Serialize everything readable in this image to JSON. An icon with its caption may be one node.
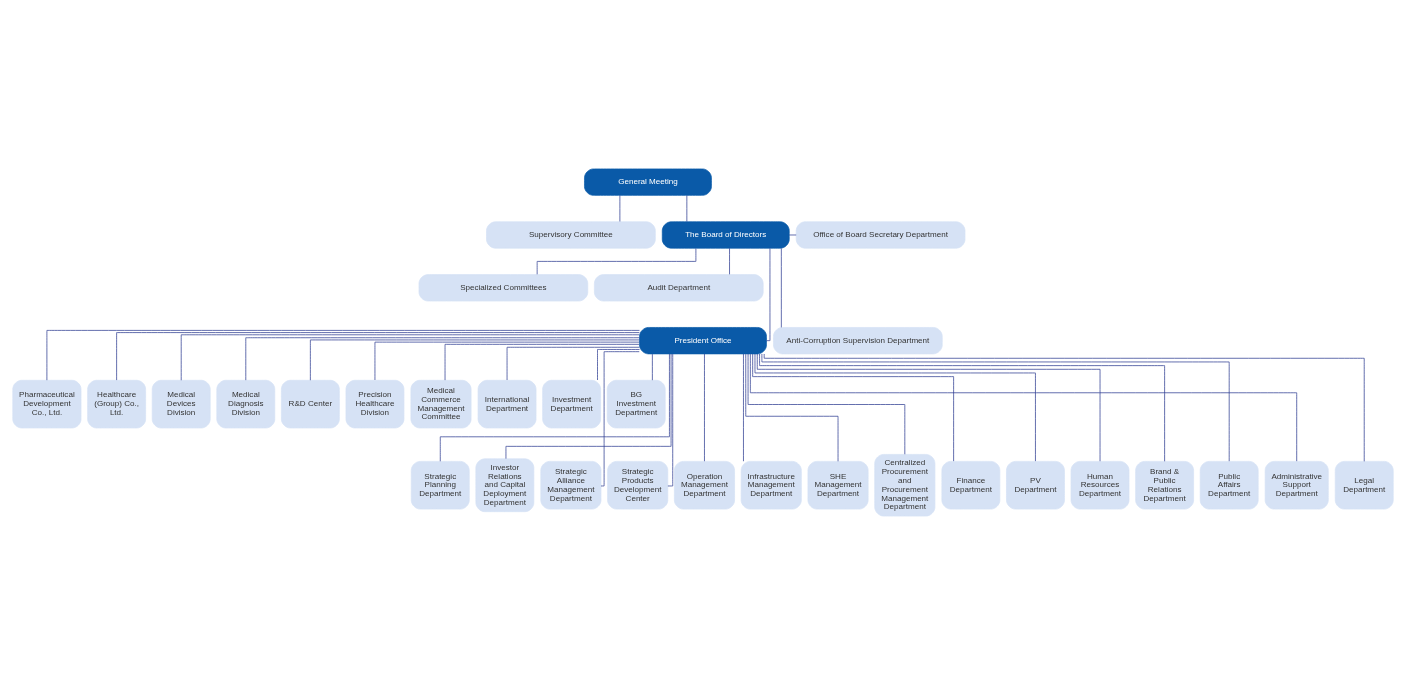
{
  "diagram": {
    "nodes": [
      {
        "text": [
          "General Meeting"
        ]
      },
      {
        "text": [
          "Supervisory Committee"
        ]
      },
      {
        "text": [
          "The Board of Directors"
        ]
      },
      {
        "text": [
          "Office of Board Secretary Department"
        ]
      },
      {
        "text": [
          "Specialized Committees"
        ]
      },
      {
        "text": [
          "Audit Department"
        ]
      },
      {
        "text": [
          "President Office"
        ]
      },
      {
        "text": [
          "Anti-Corruption Supervision Department"
        ]
      },
      {
        "text": [
          "Pharmaceutical Development Co., Ltd."
        ]
      },
      {
        "text": [
          "Healthcare (Group) Co., Ltd."
        ]
      },
      {
        "text": [
          "Medical Devices Division"
        ]
      },
      {
        "text": [
          "Medical Diagnosis Division"
        ]
      },
      {
        "text": [
          "R&D Center"
        ]
      },
      {
        "text": [
          "Precision Healthcare Division"
        ]
      },
      {
        "text": [
          "Medical Commerce Management Committee"
        ]
      },
      {
        "text": [
          "International Department"
        ]
      },
      {
        "text": [
          "Investment Department"
        ]
      },
      {
        "text": [
          "BG Investment Department"
        ]
      },
      {
        "text": [
          "Strategic Planning Department"
        ]
      },
      {
        "text": [
          "Investor Relations and Capital Deployment Department"
        ]
      },
      {
        "text": [
          "Strategic Alliance Management Department"
        ]
      },
      {
        "text": [
          "Strategic Products Development Center"
        ]
      },
      {
        "text": [
          "Operation Management Department"
        ]
      },
      {
        "text": [
          "Infrastructure Management Department"
        ]
      },
      {
        "text": [
          "SHE Management Department"
        ]
      },
      {
        "text": [
          "Centralized Procurement and Procurement Management Department"
        ]
      },
      {
        "text": [
          "Finance Department"
        ]
      },
      {
        "text": [
          "PV Department"
        ]
      },
      {
        "text": [
          "Human Resources Department"
        ]
      },
      {
        "text": [
          "Brand & Public Relations Department"
        ]
      },
      {
        "text": [
          "Public Affairs Department"
        ]
      },
      {
        "text": [
          "Administrative Support Department"
        ]
      },
      {
        "text": [
          "Legal Department"
        ]
      }
    ],
    "edges": [
      {
        "from": 0,
        "to": 1,
        "arrow": "none"
      },
      {
        "from": 0,
        "to": 2,
        "arrow": "none"
      },
      {
        "from": 2,
        "to": 3,
        "arrow": "none"
      },
      {
        "from": 2,
        "to": 4,
        "arrow": "none"
      },
      {
        "from": 2,
        "to": 5,
        "arrow": "none"
      },
      {
        "from": 2,
        "to": 7,
        "arrow": "none"
      },
      {
        "from": 2,
        "to": 6,
        "arrow": "none"
      },
      {
        "from": 6,
        "to": 8,
        "arrow": "none"
      },
      {
        "from": 6,
        "to": 9,
        "arrow": "none"
      },
      {
        "from": 6,
        "to": 10,
        "arrow": "none"
      },
      {
        "from": 6,
        "to": 11,
        "arrow": "none"
      },
      {
        "from": 6,
        "to": 12,
        "arrow": "none"
      },
      {
        "from": 6,
        "to": 13,
        "arrow": "none"
      },
      {
        "from": 6,
        "to": 14,
        "arrow": "none"
      },
      {
        "from": 6,
        "to": 15,
        "arrow": "none"
      },
      {
        "from": 6,
        "to": 16,
        "arrow": "none"
      },
      {
        "from": 6,
        "to": 17,
        "arrow": "none"
      },
      {
        "from": 6,
        "to": 18,
        "arrow": "none"
      },
      {
        "from": 6,
        "to": 19,
        "arrow": "none"
      },
      {
        "from": 6,
        "to": 20,
        "arrow": "none"
      },
      {
        "from": 6,
        "to": 21,
        "arrow": "none"
      },
      {
        "from": 6,
        "to": 22,
        "arrow": "none"
      },
      {
        "from": 6,
        "to": 23,
        "arrow": "none"
      },
      {
        "from": 6,
        "to": 24,
        "arrow": "none"
      },
      {
        "from": 6,
        "to": 25,
        "arrow": "none"
      },
      {
        "from": 6,
        "to": 26,
        "arrow": "none"
      },
      {
        "from": 6,
        "to": 27,
        "arrow": "none"
      },
      {
        "from": 6,
        "to": 28,
        "arrow": "none"
      },
      {
        "from": 6,
        "to": 29,
        "arrow": "none"
      },
      {
        "from": 6,
        "to": 30,
        "arrow": "none"
      },
      {
        "from": 6,
        "to": 31,
        "arrow": "none"
      },
      {
        "from": 6,
        "to": 32,
        "arrow": "none"
      }
    ]
  }
}
